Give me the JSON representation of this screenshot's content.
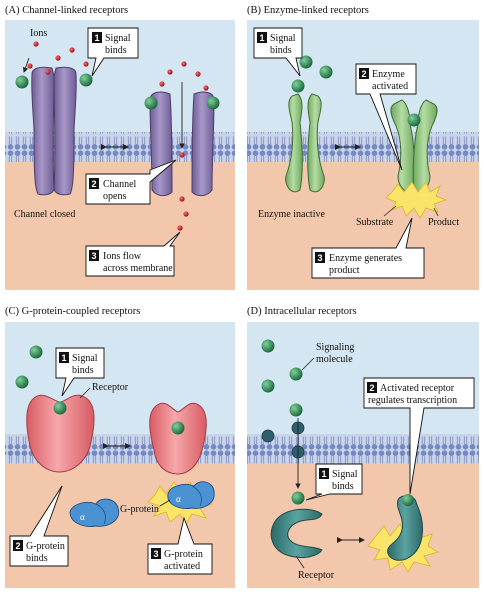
{
  "panels": {
    "a": {
      "title": "(A) Channel-linked receptors",
      "ions": "Ions",
      "channel_closed": "Channel closed",
      "step1": {
        "num": "1",
        "line1": "Signal",
        "line2": "binds"
      },
      "step2": {
        "num": "2",
        "line1": "Channel",
        "line2": "opens"
      },
      "step3": {
        "num": "3",
        "line1": "Ions flow",
        "line2": "across membrane"
      }
    },
    "b": {
      "title": "(B) Enzyme-linked receptors",
      "enzyme_inactive": "Enzyme inactive",
      "substrate": "Substrate",
      "product": "Product",
      "step1": {
        "num": "1",
        "line1": "Signal",
        "line2": "binds"
      },
      "step2": {
        "num": "2",
        "line1": "Enzyme",
        "line2": "activated"
      },
      "step3": {
        "num": "3",
        "line1": "Enzyme generates",
        "line2": "product"
      }
    },
    "c": {
      "title": "(C) G-protein-coupled receptors",
      "receptor": "Receptor",
      "g_protein": "G-protein",
      "alpha": "α",
      "step1": {
        "num": "1",
        "line1": "Signal",
        "line2": "binds"
      },
      "step2": {
        "num": "2",
        "line1": "G-protein",
        "line2": "binds"
      },
      "step3": {
        "num": "3",
        "line1": "G-protein",
        "line2": "activated"
      }
    },
    "d": {
      "title": "(D) Intracellular receptors",
      "signaling_line1": "Signaling",
      "signaling_line2": "molecule",
      "receptor": "Receptor",
      "step1": {
        "num": "1",
        "line1": "Signal",
        "line2": "binds"
      },
      "step2": {
        "num": "2",
        "line1": "Activated receptor",
        "line2": "regulates transcription"
      }
    }
  },
  "colors": {
    "outside": "#d4e6f2",
    "inside": "#f2c7ab",
    "membrane": "#8ea3d0",
    "channel": "#9b88bb",
    "enzyme": "#9ccb8a",
    "gpcr": "#ef8a8f",
    "gprotein": "#4b92d2",
    "intracellular": "#3f8786",
    "signal": "#2f8f58",
    "ion": "#cf2330",
    "burst": "#fbe46a"
  }
}
